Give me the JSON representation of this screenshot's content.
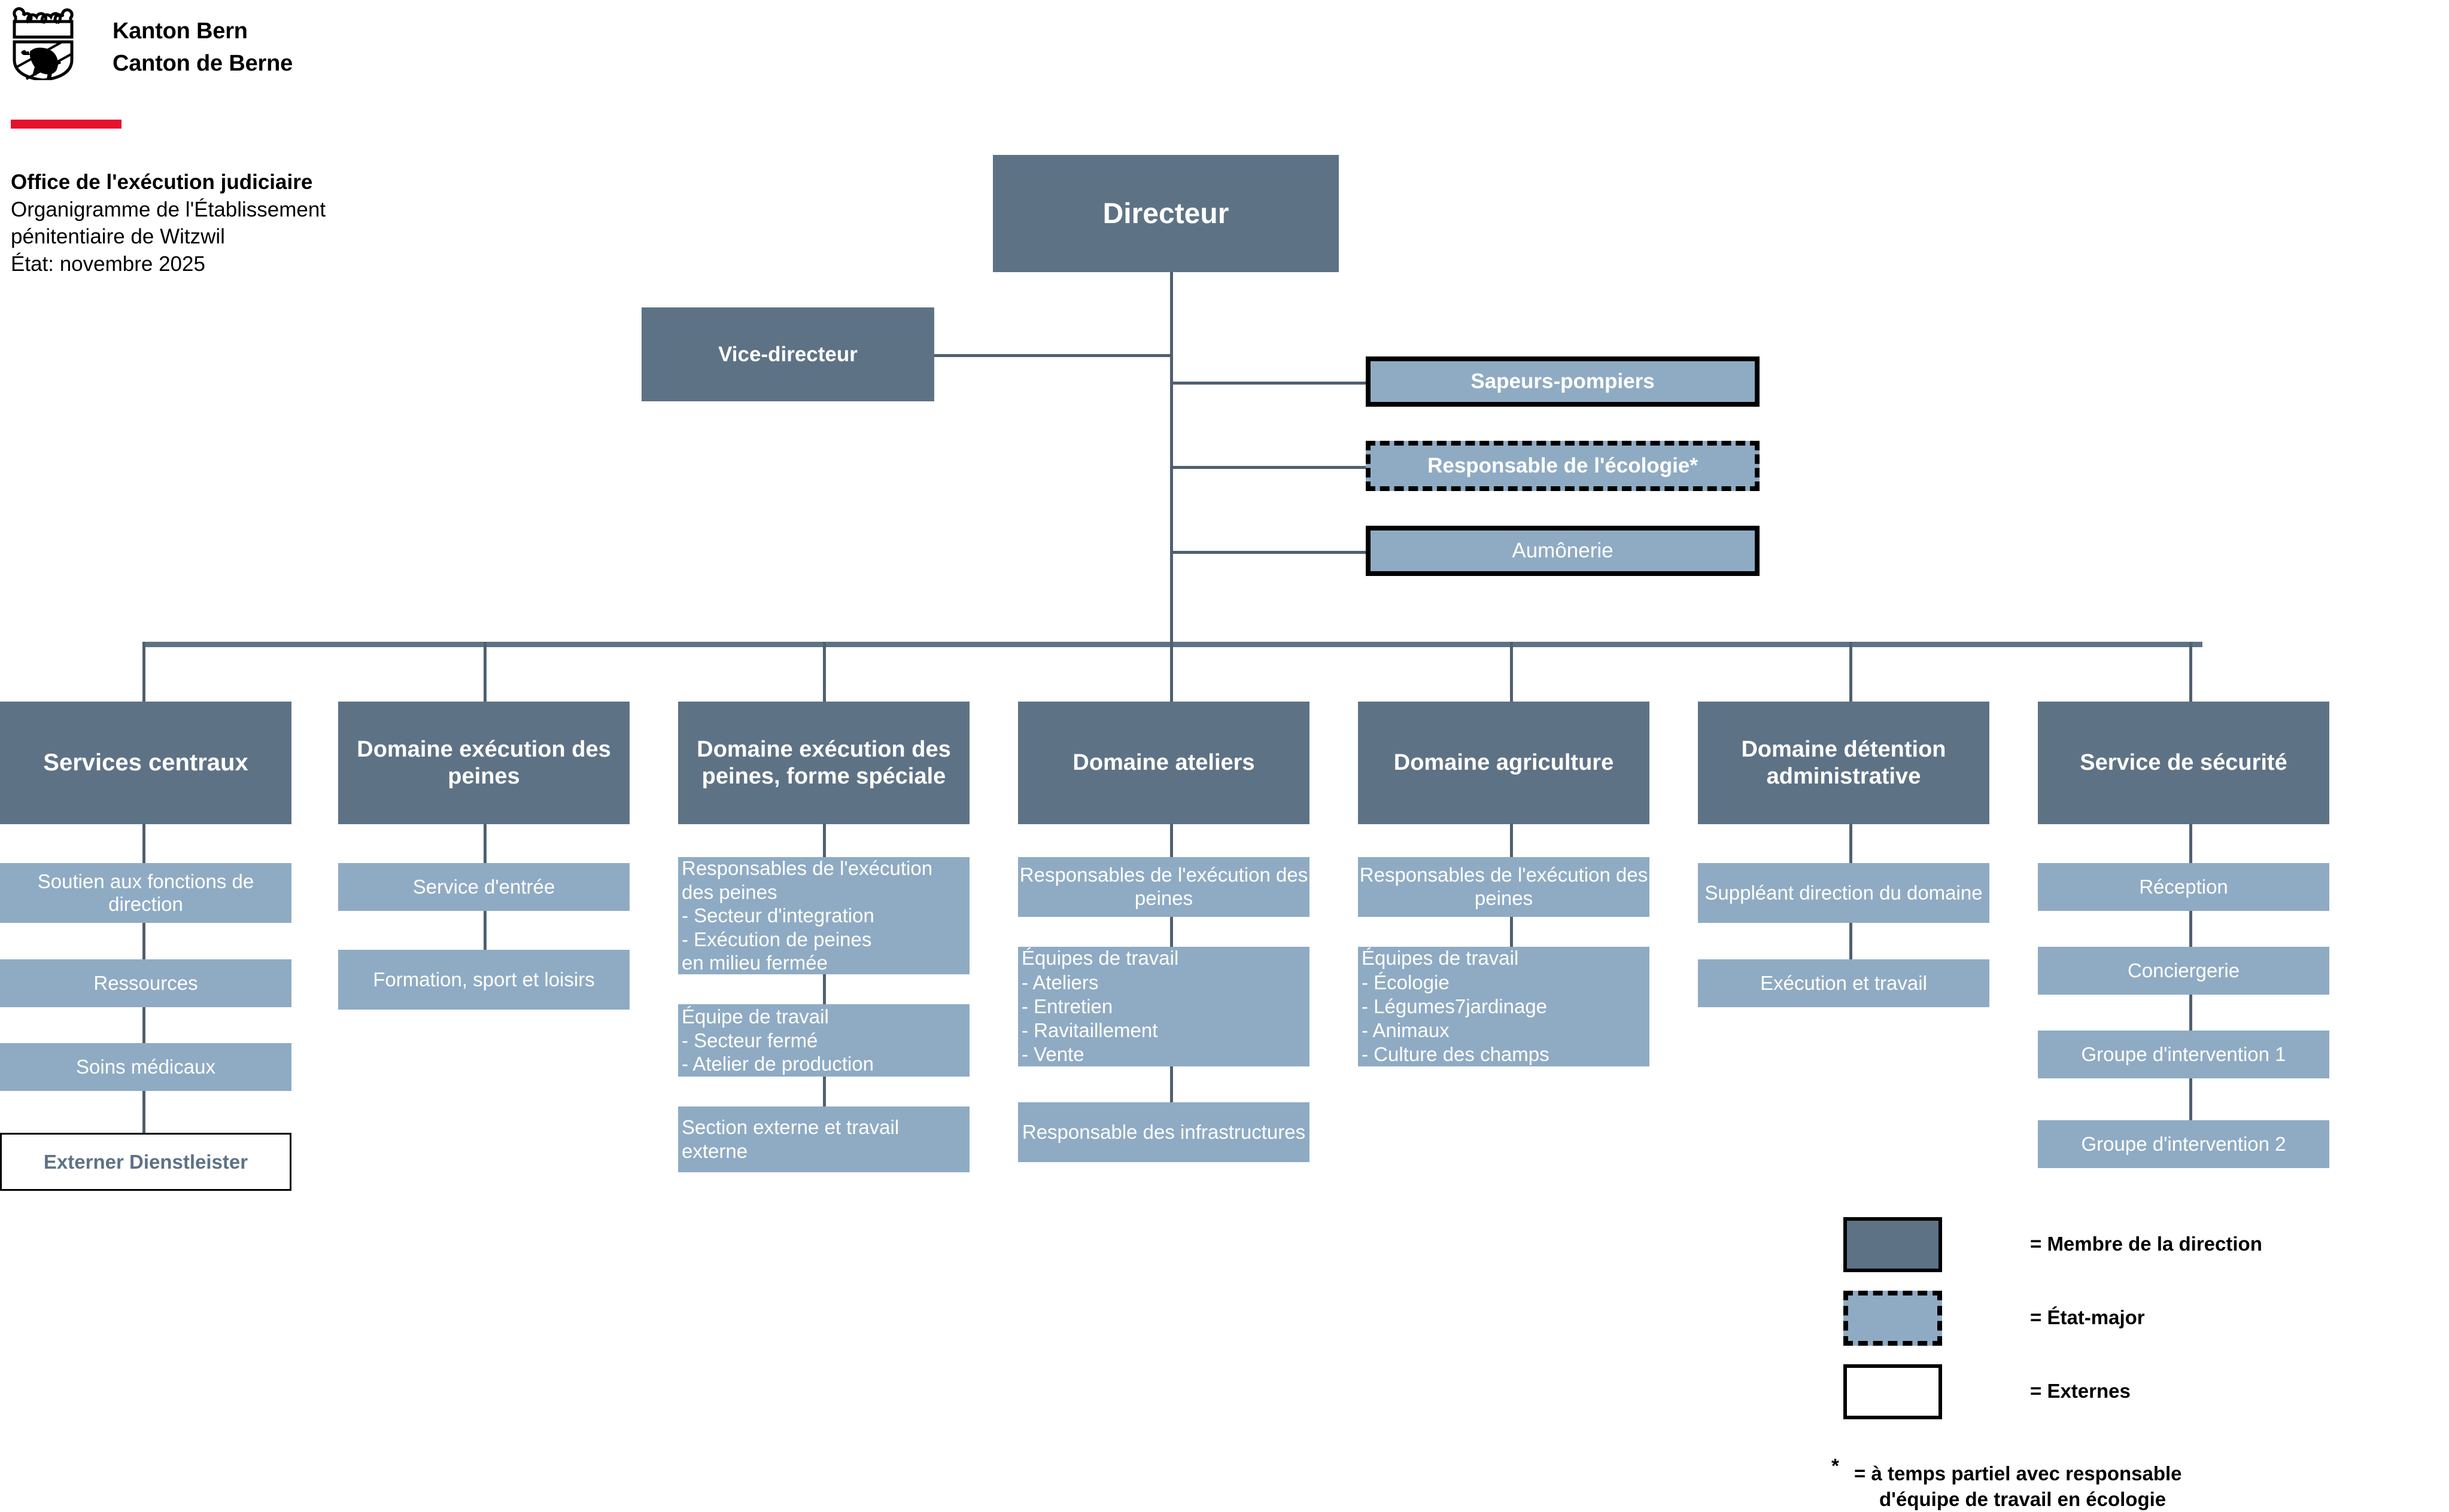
{
  "header": {
    "crest_icon": "bern-coat-of-arms-icon",
    "kanton_line1": "Kanton Bern",
    "kanton_line2": "Canton de Berne",
    "accent_color": "#E8112D",
    "title_bold": "Office de l'exécution judiciaire",
    "title_line2": "Organigramme de l'Établissement",
    "title_line3": "pénitentiaire de Witzwil",
    "title_line4": "État: novembre 2025"
  },
  "colors": {
    "direction": "#5E7286",
    "staff": "#8FABC3",
    "external_bg": "#FFFFFF",
    "line": "#4F6070",
    "accent_red": "#E8112D"
  },
  "top": {
    "director": "Directeur",
    "vice_director": "Vice-directeur",
    "staff_units": [
      {
        "label": "Sapeurs-pompiers",
        "style": "staff-solid"
      },
      {
        "label": "Responsable de l'écologie*",
        "style": "staff-dashed"
      },
      {
        "label": "Aumônerie",
        "style": "staff-solid"
      }
    ]
  },
  "columns": [
    {
      "head": "Services centraux",
      "children": [
        {
          "label": "Soutien aux fonctions de direction",
          "style": "staff",
          "align": "center"
        },
        {
          "label": "Ressources",
          "style": "staff",
          "align": "center"
        },
        {
          "label": "Soins médicaux",
          "style": "staff",
          "align": "center"
        },
        {
          "label": "Externer Dienstleister",
          "style": "external",
          "align": "center"
        }
      ]
    },
    {
      "head": "Domaine exécution des peines",
      "children": [
        {
          "label": "Service d'entrée",
          "style": "staff",
          "align": "center"
        },
        {
          "label": "Formation, sport et loisirs",
          "style": "staff",
          "align": "center"
        }
      ]
    },
    {
      "head": "Domaine exécution des peines, forme spéciale",
      "children": [
        {
          "label": "Responsables de l'exécution des peines\n- Secteur d'integration\n- Exécution de peines\n  en milieu fermée",
          "style": "staff",
          "align": "left"
        },
        {
          "label": "Équipe de travail\n- Secteur fermé\n- Atelier de production",
          "style": "staff",
          "align": "left"
        },
        {
          "label": "Section externe et travail externe",
          "style": "staff",
          "align": "left"
        }
      ]
    },
    {
      "head": "Domaine ateliers",
      "children": [
        {
          "label": "Responsables de l'exécution des peines",
          "style": "staff",
          "align": "center"
        },
        {
          "label": "Équipes de travail\n- Ateliers\n- Entretien\n- Ravitaillement\n- Vente",
          "style": "staff",
          "align": "left"
        },
        {
          "label": "Responsable des infrastructures",
          "style": "staff",
          "align": "center"
        }
      ]
    },
    {
      "head": "Domaine agriculture",
      "children": [
        {
          "label": "Responsables de l'exécution des peines",
          "style": "staff",
          "align": "center"
        },
        {
          "label": "Équipes de travail\n- Écologie\n- Légumes7jardinage\n- Animaux\n- Culture des champs",
          "style": "staff",
          "align": "left"
        },
        {
          "label": "",
          "style": "none",
          "align": "center"
        }
      ]
    },
    {
      "head": "Domaine détention administrative",
      "children": [
        {
          "label": "Suppléant direction du domaine",
          "style": "staff",
          "align": "center"
        },
        {
          "label": "Exécution et travail",
          "style": "staff",
          "align": "center"
        }
      ]
    },
    {
      "head": "Service de sécurité",
      "children": [
        {
          "label": "Réception",
          "style": "staff",
          "align": "center"
        },
        {
          "label": "Conciergerie",
          "style": "staff",
          "align": "center"
        },
        {
          "label": "Groupe d'intervention 1",
          "style": "staff",
          "align": "center"
        },
        {
          "label": "Groupe d'intervention 2",
          "style": "staff",
          "align": "center"
        }
      ]
    }
  ],
  "legend": {
    "items": [
      {
        "swatch": "dark-sw",
        "text": "= Membre de la direction"
      },
      {
        "swatch": "dash-sw",
        "text": "= État-major"
      },
      {
        "swatch": "white-sw",
        "text": "= Externes"
      }
    ],
    "footnote_star": "*",
    "footnote_line1": "= à temps partiel avec responsable",
    "footnote_line2": "d'équipe de travail en écologie"
  }
}
